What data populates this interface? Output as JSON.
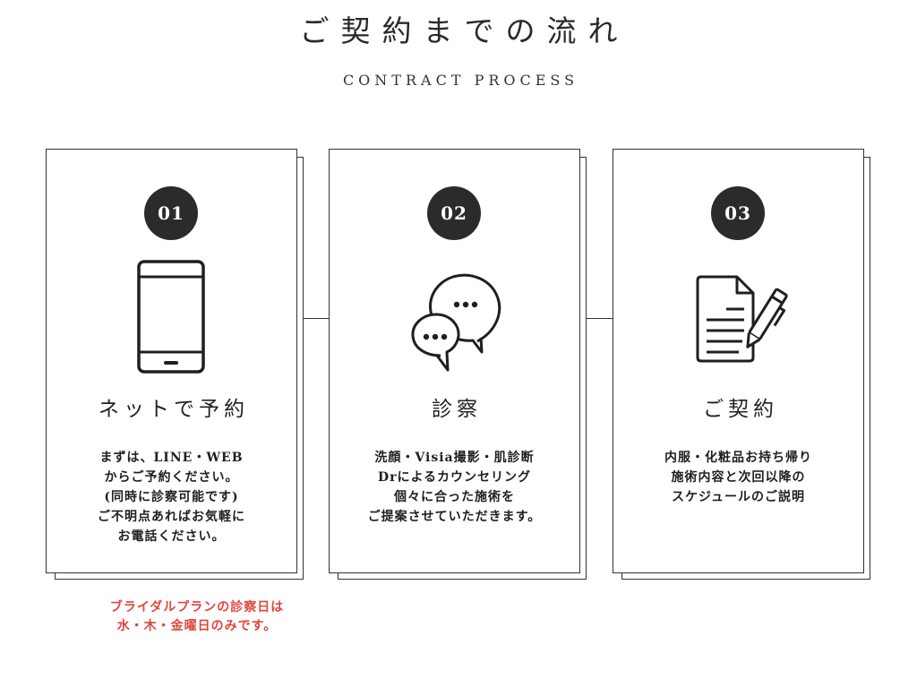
{
  "header": {
    "title": "ご契約までの流れ",
    "subtitle": "CONTRACT PROCESS"
  },
  "steps": [
    {
      "number": "01",
      "icon": "smartphone-icon",
      "title": "ネットで予約",
      "lines": [
        "まずは、LINE・WEB",
        "からご予約ください。",
        "(同時に診察可能です)",
        "ご不明点あればお気軽に",
        "お電話ください。"
      ]
    },
    {
      "number": "02",
      "icon": "chat-bubbles-icon",
      "title": "診察",
      "lines": [
        "洗顔・Visia撮影・肌診断",
        "Drによるカウンセリング",
        "個々に合った施術を",
        "ご提案させていただきます。"
      ]
    },
    {
      "number": "03",
      "icon": "document-pen-icon",
      "title": "ご契約",
      "lines": [
        "内服・化粧品お持ち帰り",
        "施術内容と次回以降の",
        "スケジュールのご説明"
      ]
    }
  ],
  "note": {
    "lines": [
      "ブライダルプランの診察日は",
      "水・木・金曜日のみです。"
    ],
    "color": "#e0463f"
  },
  "colors": {
    "badge": "#2b2b2b",
    "line": "#333333"
  }
}
